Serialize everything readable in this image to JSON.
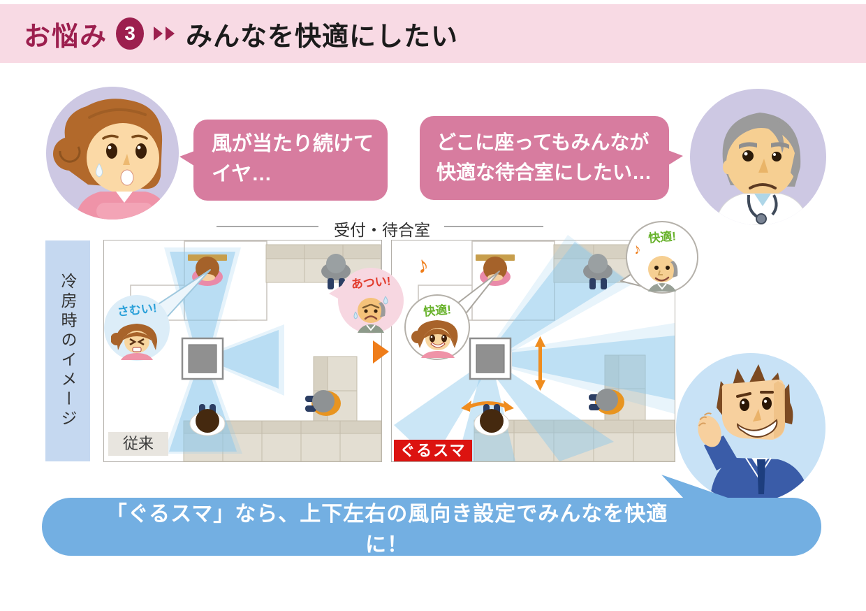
{
  "header": {
    "prefix": "お悩み",
    "badge": "3",
    "title": "みんなを快適にしたい"
  },
  "bubbles": {
    "woman": {
      "line1": "風が当たり続けて",
      "line2": "イヤ…"
    },
    "doctor": {
      "line1": "どこに座ってもみんなが",
      "line2": "快適な待合室にしたい…"
    }
  },
  "plan": {
    "section_title": "受付・待合室",
    "side_label": "冷房時のイメージ",
    "left": {
      "tag": "従来",
      "callout_cold": "さむい!",
      "callout_hot": "あつい!"
    },
    "right": {
      "tag": "ぐるスマ",
      "callout_comfort_woman": "快適!",
      "callout_comfort_man": "快適!",
      "note": "♪"
    }
  },
  "footer": {
    "message": "「ぐるスマ」なら、上下左右の風向き設定でみんなを快適に！"
  },
  "colors": {
    "accent_maroon": "#9c1f4e",
    "bubble_pink": "#d77c9f",
    "footer_blue": "#73afe2",
    "tag_red": "#dc1310",
    "comfort_green": "#68b22c",
    "cold_blue": "#2aa0d9",
    "hot_red": "#e23b2c",
    "orange": "#ef7d1a"
  }
}
